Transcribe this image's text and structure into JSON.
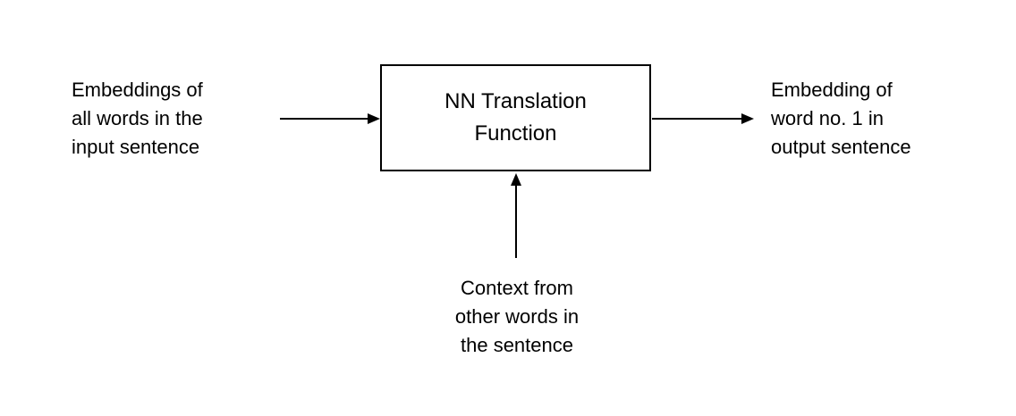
{
  "diagram": {
    "background_color": "#ffffff",
    "text_color": "#000000",
    "line_color": "#000000",
    "nodes": {
      "input_label": {
        "text": "Embeddings of\nall words in the\ninput sentence"
      },
      "function_box": {
        "text": "NN Translation\nFunction"
      },
      "output_label": {
        "text": "Embedding of\nword no. 1 in\noutput sentence"
      },
      "context_label": {
        "text": "Context from\nother words in\nthe sentence"
      }
    },
    "connections": [
      {
        "from": "input_label",
        "to": "function_box",
        "direction": "right"
      },
      {
        "from": "function_box",
        "to": "output_label",
        "direction": "right"
      },
      {
        "from": "context_label",
        "to": "function_box",
        "direction": "up"
      }
    ]
  }
}
